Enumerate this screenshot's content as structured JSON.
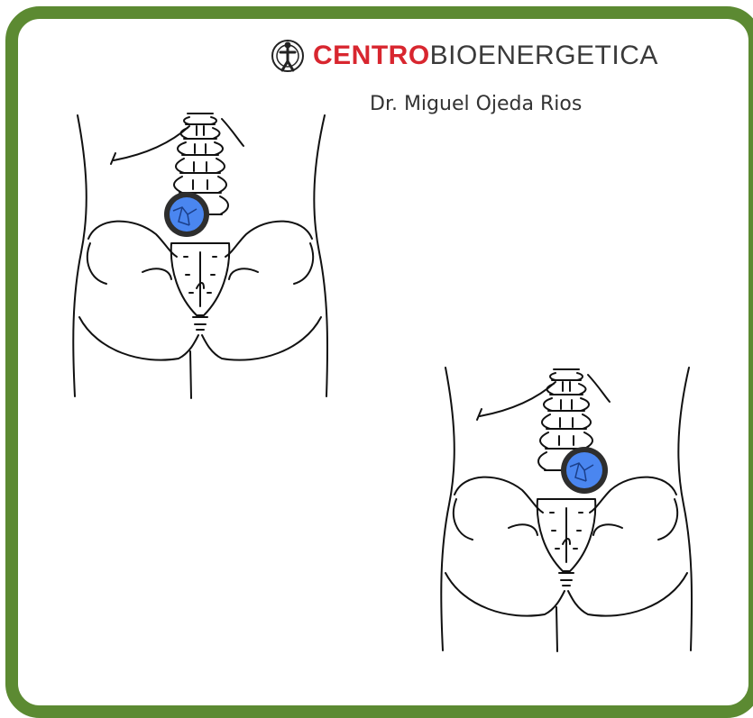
{
  "brand": {
    "name_bold": "CENTRO",
    "name_light": "BIOENERGETICA",
    "logo_icon": "human-figure-energy-icon",
    "accent_color": "#d8262f",
    "frame_color": "#5c8a32"
  },
  "doctor": {
    "name": "Dr. Miguel Ojeda Rios"
  },
  "illustrations": [
    {
      "id": "back-view-left",
      "marker_color": "#4a86f0",
      "marker_ring_color": "#2e2e2e"
    },
    {
      "id": "back-view-right",
      "marker_color": "#4a86f0",
      "marker_ring_color": "#2e2e2e"
    }
  ]
}
